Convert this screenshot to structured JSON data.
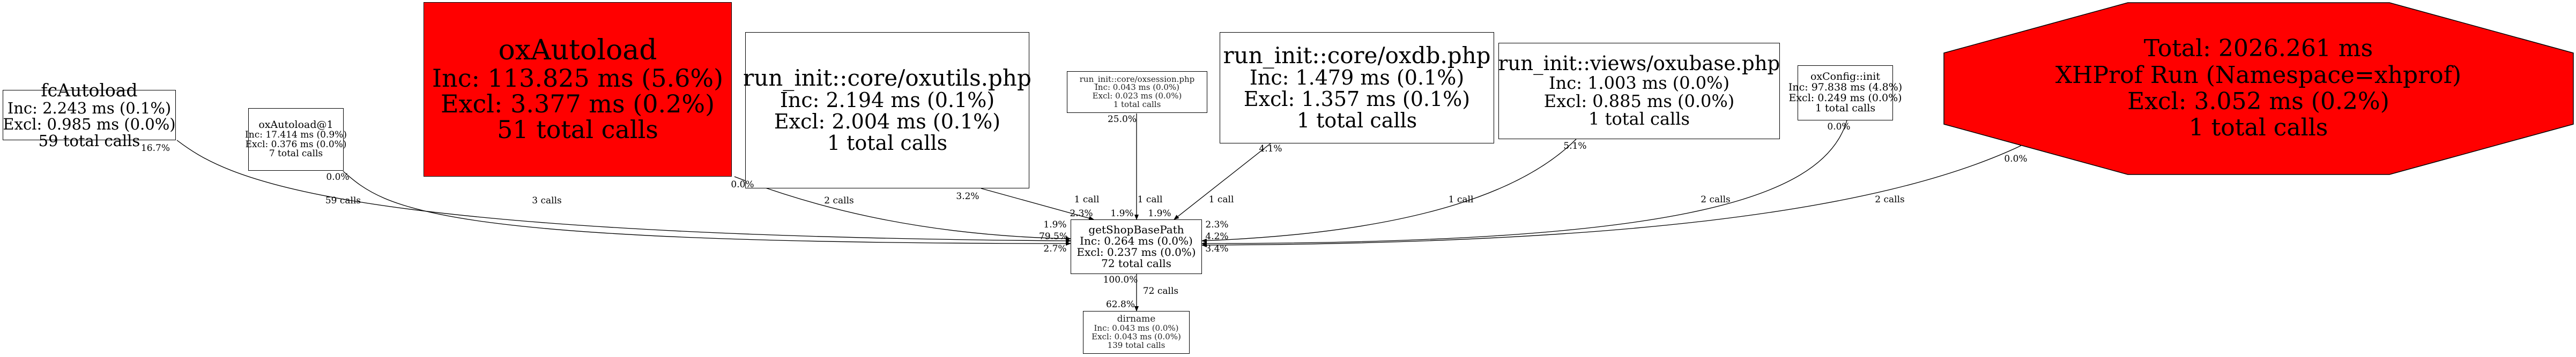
{
  "colors": {
    "hot": "#ff0000",
    "normal": "#ffffff",
    "stroke": "#000000"
  },
  "nodes": {
    "fcAutoload": {
      "name": "fcAutoload",
      "inc": "Inc: 2.243 ms (0.1%)",
      "excl": "Excl: 0.985 ms (0.0%)",
      "calls": "59 total calls"
    },
    "oxAutoload1": {
      "name": "oxAutoload@1",
      "inc": "Inc: 17.414 ms (0.9%)",
      "excl": "Excl: 0.376 ms (0.0%)",
      "calls": "7 total calls"
    },
    "oxAutoload": {
      "name": "oxAutoload",
      "inc": "Inc: 113.825 ms (5.6%)",
      "excl": "Excl: 3.377 ms (0.2%)",
      "calls": "51 total calls"
    },
    "oxutils": {
      "name": "run_init::core/oxutils.php",
      "inc": "Inc: 2.194 ms (0.1%)",
      "excl": "Excl: 2.004 ms (0.1%)",
      "calls": "1 total calls"
    },
    "oxsession": {
      "name": "run_init::core/oxsession.php",
      "inc": "Inc: 0.043 ms (0.0%)",
      "excl": "Excl: 0.023 ms (0.0%)",
      "calls": "1 total calls"
    },
    "oxdb": {
      "name": "run_init::core/oxdb.php",
      "inc": "Inc: 1.479 ms (0.1%)",
      "excl": "Excl: 1.357 ms (0.1%)",
      "calls": "1 total calls"
    },
    "oxubase": {
      "name": "run_init::views/oxubase.php",
      "inc": "Inc: 1.003 ms (0.0%)",
      "excl": "Excl: 0.885 ms (0.0%)",
      "calls": "1 total calls"
    },
    "oxConfigInit": {
      "name": "oxConfig::init",
      "inc": "Inc: 97.838 ms (4.8%)",
      "excl": "Excl: 0.249 ms (0.0%)",
      "calls": "1 total calls"
    },
    "total": {
      "name": "Total: 2026.261 ms",
      "inc": "XHProf Run (Namespace=xhprof)",
      "excl": "Excl: 3.052 ms (0.2%)",
      "calls": "1 total calls"
    },
    "getShopBasePath": {
      "name": "getShopBasePath",
      "inc": "Inc: 0.264 ms (0.0%)",
      "excl": "Excl: 0.237 ms (0.0%)",
      "calls": "72 total calls"
    },
    "dirname": {
      "name": "dirname",
      "inc": "Inc: 0.043 ms (0.0%)",
      "excl": "Excl: 0.043 ms (0.0%)",
      "calls": "139 total calls"
    }
  },
  "edges": {
    "fcAutoload": {
      "tail": "16.7%",
      "label": "59 calls",
      "head": "79.5%"
    },
    "oxAutoload1": {
      "tail": "0.0%",
      "label": "3 calls",
      "head": "2.7%"
    },
    "oxAutoload": {
      "tail": "0.0%",
      "label": "2 calls",
      "head": "1.9%"
    },
    "oxutils": {
      "tail": "3.2%",
      "label": "1 call",
      "head": "2.3%"
    },
    "oxsession": {
      "tail": "25.0%",
      "label": "1 call",
      "head": "1.9%"
    },
    "oxdb": {
      "tail": "4.1%",
      "label": "1 call",
      "head": "1.9%"
    },
    "oxubase": {
      "tail": "5.1%",
      "label": "1 call",
      "head": "4.2%"
    },
    "oxConfigInit": {
      "tail": "0.0%",
      "label": "2 calls",
      "head": "3.4%"
    },
    "total": {
      "tail": "0.0%",
      "label": "2 calls",
      "head": "2.3%"
    },
    "dirname": {
      "tail": "100.0%",
      "label": "72 calls",
      "head": "62.8%"
    }
  }
}
